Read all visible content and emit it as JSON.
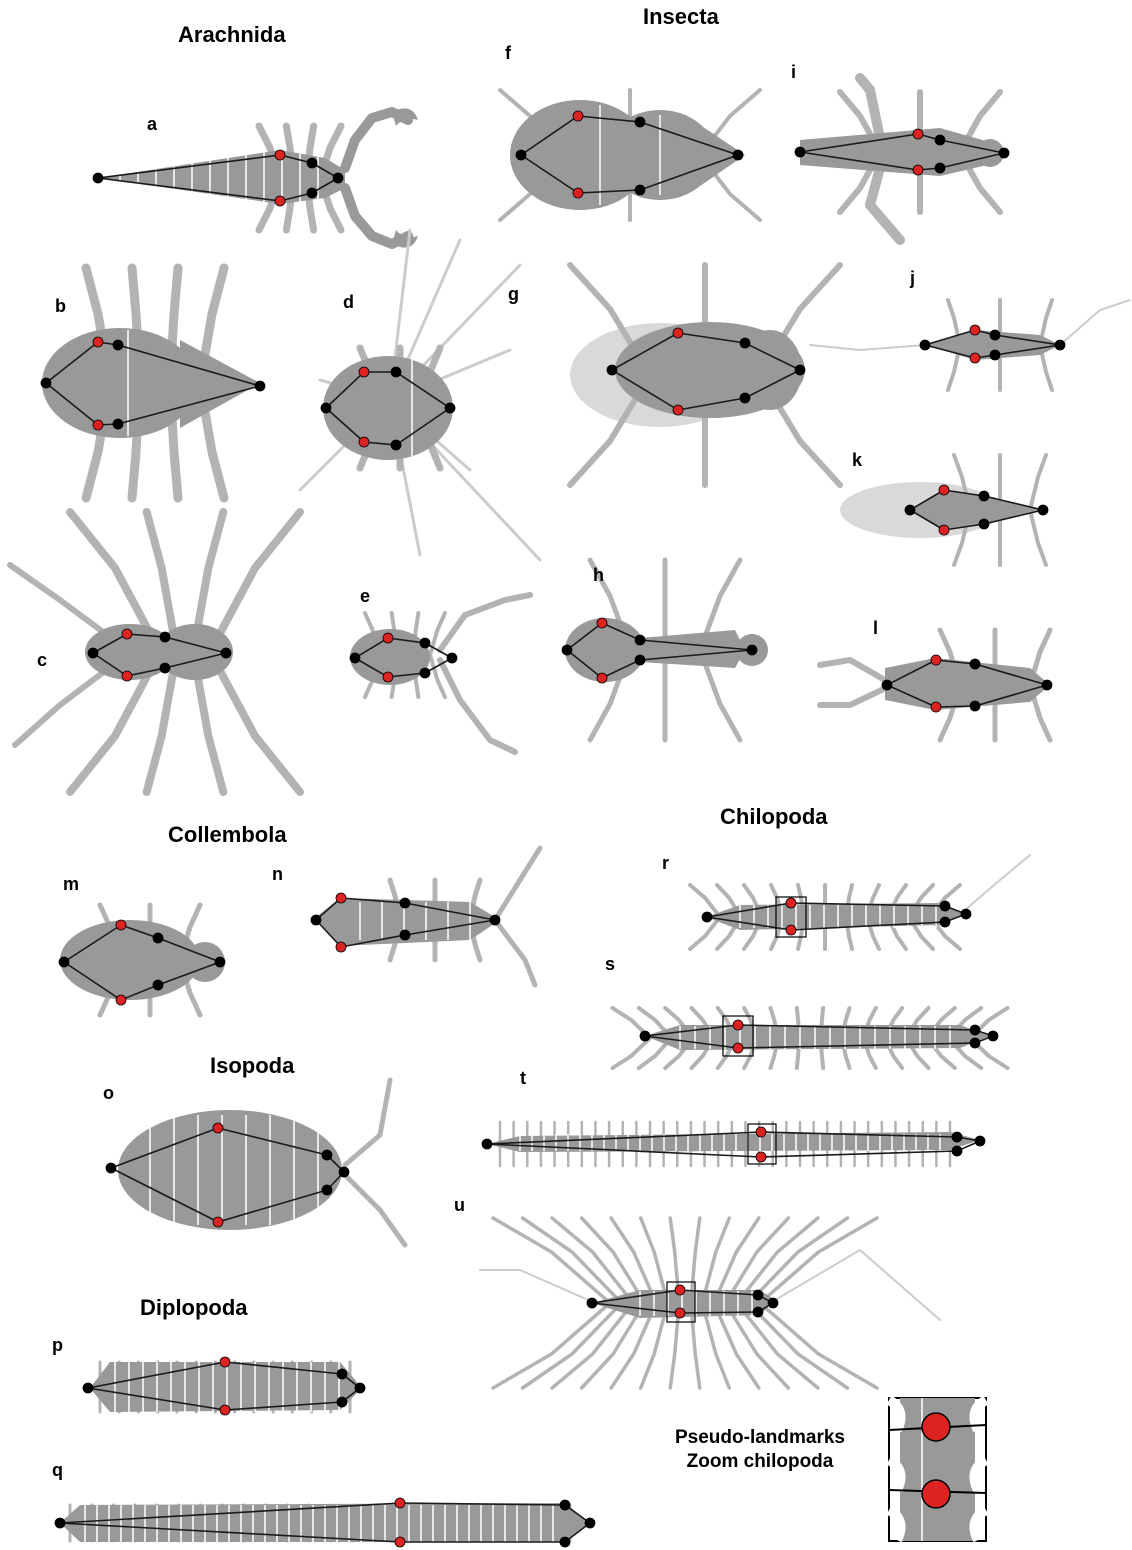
{
  "groups": {
    "arachnida": "Arachnida",
    "insecta": "Insecta",
    "collembola": "Collembola",
    "chilopoda": "Chilopoda",
    "isopoda": "Isopoda",
    "diplopoda": "Diplopoda"
  },
  "panels": {
    "a": "a",
    "b": "b",
    "c": "c",
    "d": "d",
    "e": "e",
    "f": "f",
    "g": "g",
    "h": "h",
    "i": "i",
    "j": "j",
    "k": "k",
    "l": "l",
    "m": "m",
    "n": "n",
    "o": "o",
    "p": "p",
    "q": "q",
    "r": "r",
    "s": "s",
    "t": "t",
    "u": "u"
  },
  "legend": {
    "line1": "Pseudo-landmarks",
    "line2": "Zoom chilopoda"
  },
  "colors": {
    "body_fill": "#999999",
    "leg_fill": "#b3b3b3",
    "wing_fill": "#d9d9d9",
    "segment_line": "#ffffff",
    "outline": "#1a1a1a",
    "landmark": "#000000",
    "pseudo_landmark": "#dd2222"
  }
}
